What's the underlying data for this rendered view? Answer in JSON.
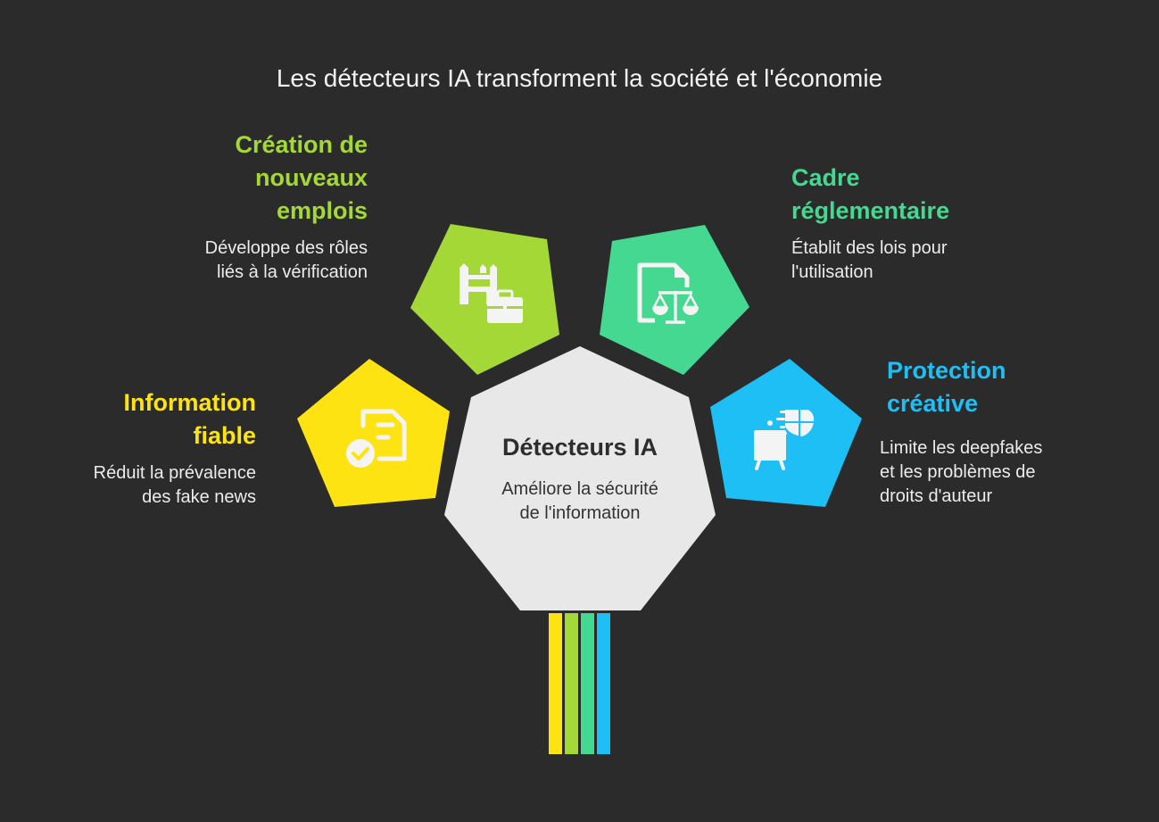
{
  "title": "Les détecteurs IA transforment la société et l'économie",
  "center": {
    "heading": "Détecteurs IA",
    "description_line1": "Améliore la sécurité",
    "description_line2": "de l'information",
    "color": "#e8e8e8"
  },
  "nodes": [
    {
      "id": "information-fiable",
      "heading_line1": "Information",
      "heading_line2": "fiable",
      "description_line1": "Réduit la prévalence",
      "description_line2": "des fake news",
      "color": "#fde312",
      "icon": "verified-document-icon"
    },
    {
      "id": "creation-emplois",
      "heading_line1": "Création de",
      "heading_line2": "nouveaux",
      "heading_line3": "emplois",
      "description_line1": "Développe des rôles",
      "description_line2": "liés à la vérification",
      "color": "#a4d837",
      "icon": "fence-briefcase-icon"
    },
    {
      "id": "cadre-reglementaire",
      "heading_line1": "Cadre",
      "heading_line2": "réglementaire",
      "description_line1": "Établit des lois pour",
      "description_line2": "l'utilisation",
      "color": "#45d891",
      "icon": "legal-document-scale-icon"
    },
    {
      "id": "protection-creative",
      "heading_line1": "Protection",
      "heading_line2": "créative",
      "description_line1": "Limite les deepfakes",
      "description_line2": "et les problèmes de",
      "description_line3": "droits d'auteur",
      "color": "#1ebff5",
      "icon": "easel-shield-icon"
    }
  ],
  "stem_colors": [
    "#fde312",
    "#a4d837",
    "#45d891",
    "#1ebff5"
  ]
}
